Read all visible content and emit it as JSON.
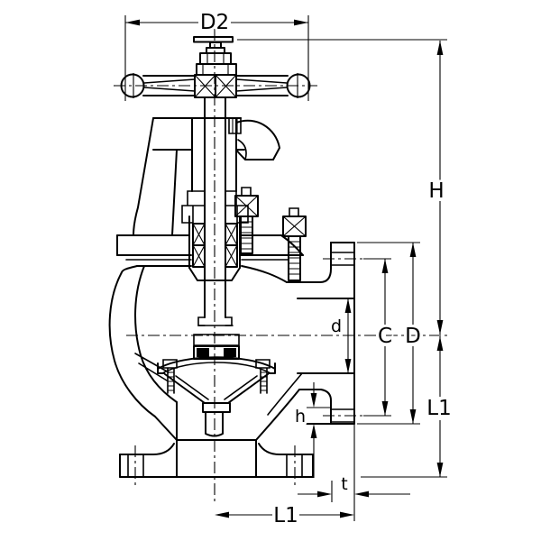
{
  "dimensions": {
    "handwheel_diameter": "D2",
    "overall_height": "H",
    "port_bore": "d",
    "bolt_circle_diameter": "C",
    "flange_outer_diameter": "D",
    "center_to_bottom_face": "L1",
    "bolt_hole_diameter": "h",
    "flange_thickness": "t",
    "center_to_side_face": "L1"
  },
  "style": {
    "line_color": "#000000",
    "background_color": "#ffffff"
  }
}
